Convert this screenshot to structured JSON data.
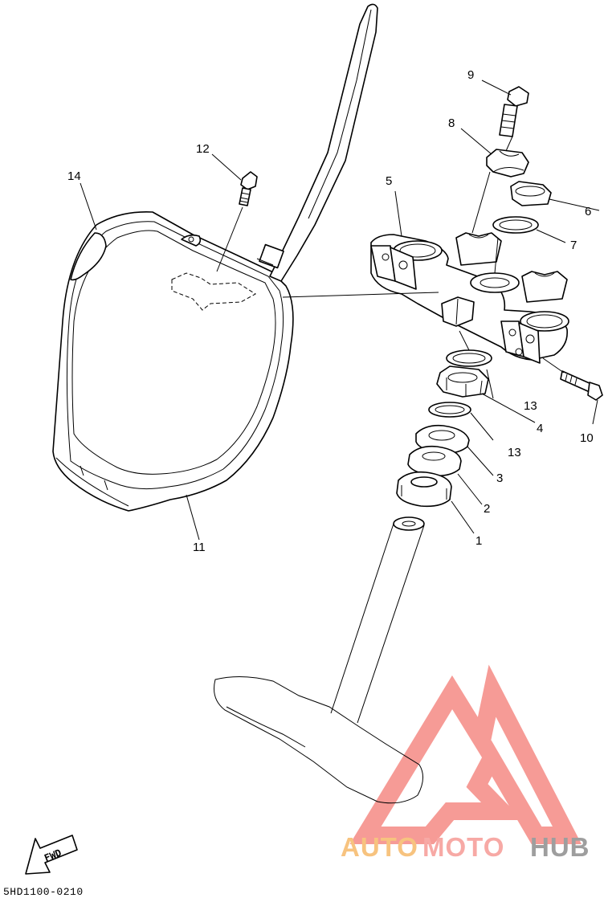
{
  "diagram_code": "5HD1100-0210",
  "watermark": {
    "part1": "AUTO",
    "part2": "MOTO",
    "part3": "HUB",
    "color_part1": "#f7c37f",
    "color_part2": "#f7a9a5",
    "color_part3": "#9e9e9e",
    "triangle_color": "#f58a84"
  },
  "fwd_label": "FWD",
  "callouts": [
    {
      "id": "c1",
      "label": "1"
    },
    {
      "id": "c2",
      "label": "2"
    },
    {
      "id": "c3",
      "label": "3"
    },
    {
      "id": "c4",
      "label": "4"
    },
    {
      "id": "c5",
      "label": "5"
    },
    {
      "id": "c6",
      "label": "6"
    },
    {
      "id": "c7",
      "label": "7"
    },
    {
      "id": "c8",
      "label": "8"
    },
    {
      "id": "c9",
      "label": "9"
    },
    {
      "id": "c10",
      "label": "10"
    },
    {
      "id": "c11",
      "label": "11"
    },
    {
      "id": "c12",
      "label": "12"
    },
    {
      "id": "c13a",
      "label": "13"
    },
    {
      "id": "c13b",
      "label": "13"
    },
    {
      "id": "c14",
      "label": "14"
    }
  ]
}
